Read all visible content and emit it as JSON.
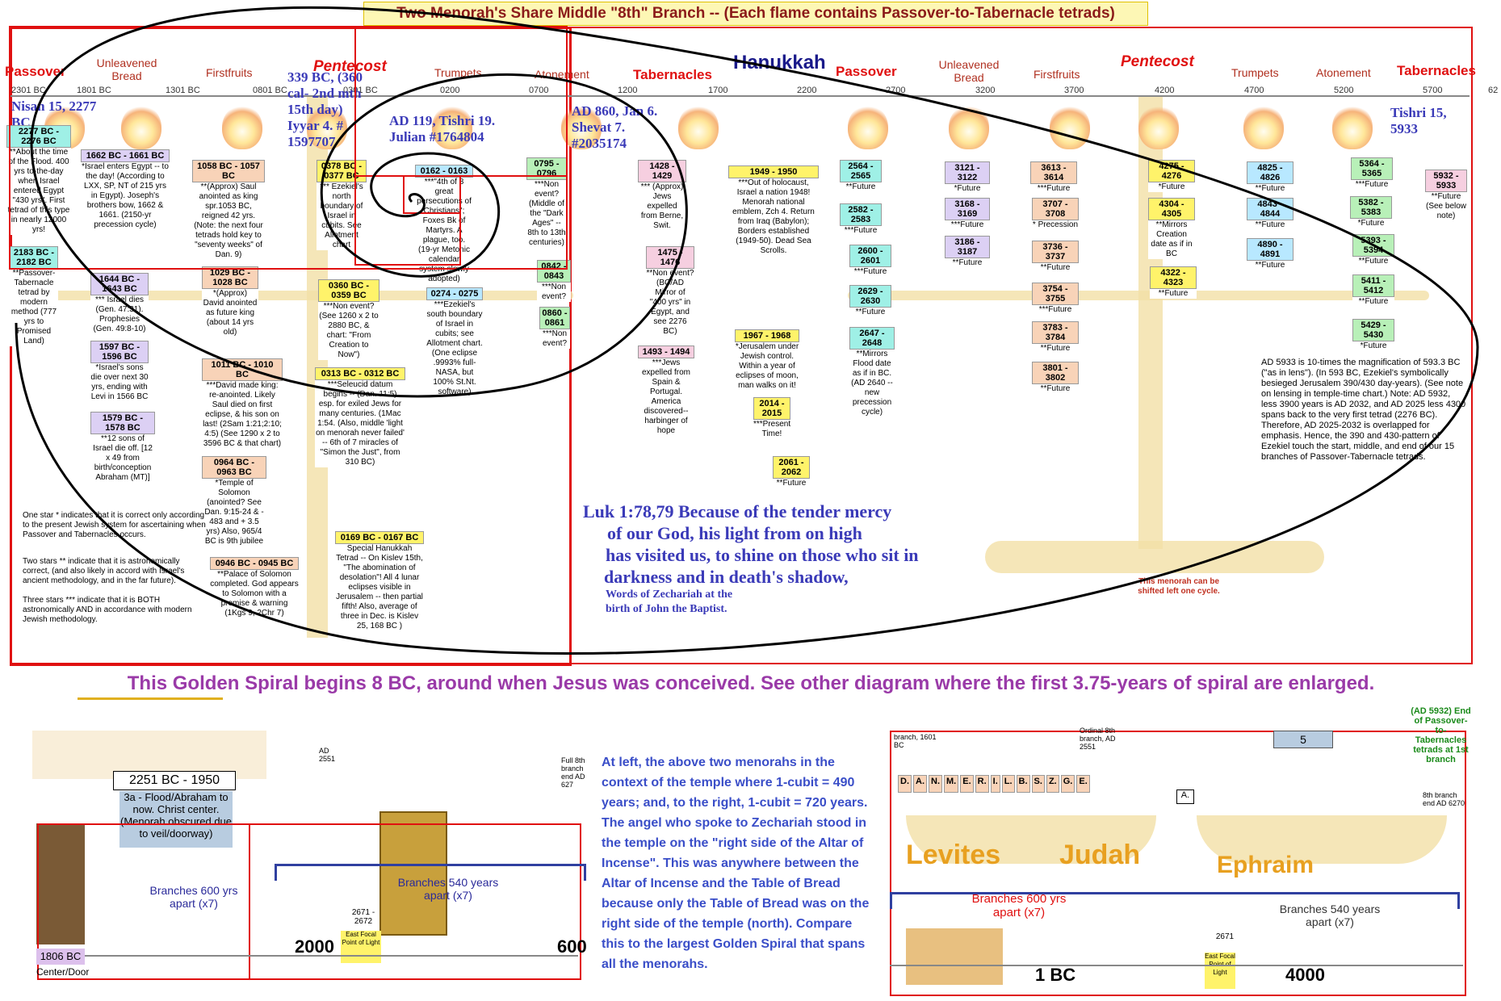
{
  "banner": "Two Menorah's Share Middle \"8th\" Branch -- (Each flame contains Passover-to-Tabernacle tetrads)",
  "festivals_left": [
    {
      "label": "Passover",
      "style": "big"
    },
    {
      "label": "Unleavened Bread",
      "style": "small"
    },
    {
      "label": "Firstfruits",
      "style": "small"
    },
    {
      "label": "Pentecost",
      "style": "italic"
    },
    {
      "label": "Trumpets",
      "style": "small"
    },
    {
      "label": "Atonement",
      "style": "small"
    },
    {
      "label": "Tabernacles",
      "style": "big"
    }
  ],
  "festivals_right": [
    {
      "label": "Passover",
      "style": "big"
    },
    {
      "label": "Unleavened Bread",
      "style": "small"
    },
    {
      "label": "Firstfruits",
      "style": "small"
    },
    {
      "label": "Pentecost",
      "style": "italic"
    },
    {
      "label": "Trumpets",
      "style": "small"
    },
    {
      "label": "Atonement",
      "style": "small"
    },
    {
      "label": "Tabernacles",
      "style": "big"
    }
  ],
  "hanukkah": "Hanukkah",
  "years_left": [
    "2301 BC",
    "1801 BC",
    "1301 BC",
    "0801 BC",
    "0301 BC",
    "0200",
    "0700"
  ],
  "years_right": [
    "1200",
    "1700",
    "2200",
    "2700",
    "3200",
    "3700",
    "4200",
    "4700",
    "5200",
    "5700",
    "62"
  ],
  "blue_notes": {
    "nisan": "Nisan 15, 2277 BC",
    "bc339": "339 BC, (360 cal- 2nd mth 15th day) Iyyar 4. # 1597707",
    "ad119": "AD 119, Tishri 19. Julian #1764804",
    "ad860": "AD 860, Jan 6. Shevat 7. #2035174",
    "tishri": "Tishri 15, 5933"
  },
  "entries": [
    {
      "tag": "2277 BC - 2276 BC",
      "color": "cyan",
      "text": "**About the time of the Flood. 400 yrs to-the-day when Israel entered Egypt \"430 yrs\". First tetrad of this type in nearly 12000 yrs!"
    },
    {
      "tag": "2183 BC - 2182 BC",
      "color": "cyan",
      "text": "**Passover-Tabernacle tetrad by modern method (777 yrs to Promised Land)"
    },
    {
      "tag": "1662 BC - 1661 BC",
      "color": "violet",
      "text": "*Israel enters Egypt -- to the day! (According to LXX, SP, NT of 215 yrs in Egypt). Joseph's brothers bow, 1662 & 1661. (2150-yr precession cycle)"
    },
    {
      "tag": "1644 BC - 1643 BC",
      "color": "violet",
      "text": "*** Israel dies (Gen. 47:31). Prophesies (Gen. 49:8-10)"
    },
    {
      "tag": "1597 BC - 1596 BC",
      "color": "violet",
      "text": "*Israel's sons die over next 30 yrs, ending with Levi in 1566 BC"
    },
    {
      "tag": "1579 BC - 1578 BC",
      "color": "violet",
      "text": "**12 sons of Israel die off. [12 x 49 from birth/conception Abraham (MT)]"
    },
    {
      "tag": "1058 BC - 1057 BC",
      "color": "salmon",
      "text": "**(Approx) Saul anointed as king spr.1053 BC, reigned 42 yrs. (Note: the next four tetrads hold key to \"seventy weeks\" of Dan. 9)"
    },
    {
      "tag": "1029 BC - 1028 BC",
      "color": "salmon",
      "text": "*(Approx) David anointed as future king (about 14 yrs old)"
    },
    {
      "tag": "1011 BC - 1010 BC",
      "color": "salmon",
      "text": "***David made king: re-anointed. Likely Saul died on first eclipse, & his son on last! (2Sam 1:21;2:10; 4:5) (See 1290 x 2 to 3596 BC & that chart)"
    },
    {
      "tag": "0964 BC - 0963 BC",
      "color": "salmon",
      "text": "*Temple of Solomon (anointed? See Dan. 9:15-24 & - 483 and + 3.5 yrs) Also, 965/4 BC is 9th jubilee"
    },
    {
      "tag": "0946 BC - 0945 BC",
      "color": "salmon",
      "text": "**Palace of Solomon completed. God appears to Solomon with a promise & warning (1Kgs 9, 2Chr 7)"
    },
    {
      "tag": "0378 BC - 0377 BC",
      "color": "yellow",
      "text": "*** Ezekiel's north boundary of Israel in cubits. See Allotment chart"
    },
    {
      "tag": "0360 BC - 0359 BC",
      "color": "yellow",
      "text": "***Non event? (See 1260 x 2 to 2880 BC, & chart: \"From Creation to Now\")"
    },
    {
      "tag": "0313 BC - 0312 BC",
      "color": "yellow",
      "text": "***Seleucid datum begins -- (Dan. 11:5) esp. for exiled Jews for many centuries. (1Mac 1:54. (Also, middle 'light on menorah never failed' -- 6th of 7 miracles of \"Simon the Just\", from 310 BC)"
    },
    {
      "tag": "0169 BC - 0167 BC",
      "color": "yellow",
      "text": "Special Hanukkah Tetrad -- On Kislev 15th, \"The abomination of desolation\"! All 4 lunar eclipses visible in Jerusalem -- then partial fifth! Also, average of three in Dec. is Kislev 25, 168 BC )"
    },
    {
      "tag": "0162 - 0163",
      "color": "blue",
      "text": "***\"4th of 8 great persecutions of Christians\"; Foxes Bk of Martyrs. A plague, too. (19-yr Metonic calendar system slowly adopted)"
    },
    {
      "tag": "0274 - 0275",
      "color": "blue",
      "text": "***Ezekiel's south boundary of Israel in cubits; see Allotment chart. (One eclipse .9993% full- NASA, but 100% St.Nt. software)"
    },
    {
      "tag": "0795 - 0796",
      "color": "green",
      "text": "***Non event? (Middle of the \"Dark Ages\" -- 8th to 13th centuries)"
    },
    {
      "tag": "0842 - 0843",
      "color": "green",
      "text": "***Non event?"
    },
    {
      "tag": "0860 - 0861",
      "color": "green",
      "text": "***Non event?"
    },
    {
      "tag": "1428 - 1429",
      "color": "pink",
      "text": "*** (Approx) Jews expelled from Berne, Swit."
    },
    {
      "tag": "1475 - 1476",
      "color": "pink",
      "text": "**Non event? (BC/AD Mirror of \"400 yrs\" in Egypt, and see 2276 BC)"
    },
    {
      "tag": "1493 - 1494",
      "color": "pink",
      "text": "***Jews expelled from Spain & Portugal. America discovered-- harbinger of hope"
    },
    {
      "tag": "1949 - 1950",
      "color": "yellow",
      "text": "***Out of holocaust, Israel a nation 1948! Menorah national emblem, Zch 4. Return from Iraq (Babylon); Borders established (1949-50). Dead Sea Scrolls."
    },
    {
      "tag": "1967 - 1968",
      "color": "yellow",
      "text": "*Jerusalem under Jewish control. Within a year of eclipses of moon, man walks on it!"
    },
    {
      "tag": "2014 - 2015",
      "color": "yellow",
      "text": "***Present Time!"
    },
    {
      "tag": "2061 - 2062",
      "color": "yellow",
      "text": "**Future"
    },
    {
      "tag": "2564 - 2565",
      "color": "cyan",
      "text": "**Future"
    },
    {
      "tag": "2582 - 2583",
      "color": "cyan",
      "text": "***Future"
    },
    {
      "tag": "2600 - 2601",
      "color": "cyan",
      "text": "***Future"
    },
    {
      "tag": "2629 - 2630",
      "color": "cyan",
      "text": "**Future"
    },
    {
      "tag": "2647 - 2648",
      "color": "cyan",
      "text": "**Mirrors Flood date as if in BC. (AD 2640 -- new precession cycle)"
    },
    {
      "tag": "3121 - 3122",
      "color": "violet",
      "text": "*Future"
    },
    {
      "tag": "3168 - 3169",
      "color": "violet",
      "text": "***Future"
    },
    {
      "tag": "3186 - 3187",
      "color": "violet",
      "text": "**Future"
    },
    {
      "tag": "3613 - 3614",
      "color": "salmon",
      "text": "***Future"
    },
    {
      "tag": "3707 - 3708",
      "color": "salmon",
      "text": "* Precession"
    },
    {
      "tag": "3736 - 3737",
      "color": "salmon",
      "text": "**Future"
    },
    {
      "tag": "3754 - 3755",
      "color": "salmon",
      "text": "***Future"
    },
    {
      "tag": "3783 - 3784",
      "color": "salmon",
      "text": "**Future"
    },
    {
      "tag": "3801 - 3802",
      "color": "salmon",
      "text": "**Future"
    },
    {
      "tag": "4275 - 4276",
      "color": "yellow",
      "text": "*Future"
    },
    {
      "tag": "4304 - 4305",
      "color": "yellow",
      "text": "**Mirrors Creation date as if in BC"
    },
    {
      "tag": "4322 - 4323",
      "color": "yellow",
      "text": "**Future"
    },
    {
      "tag": "4825 - 4826",
      "color": "blue",
      "text": "**Future"
    },
    {
      "tag": "4843 - 4844",
      "color": "blue",
      "text": "**Future"
    },
    {
      "tag": "4890 - 4891",
      "color": "blue",
      "text": "**Future"
    },
    {
      "tag": "5364 - 5365",
      "color": "green",
      "text": "***Future"
    },
    {
      "tag": "5382 - 5383",
      "color": "green",
      "text": "*Future"
    },
    {
      "tag": "5393 - 5394",
      "color": "green",
      "text": "**Future"
    },
    {
      "tag": "5411 - 5412",
      "color": "green",
      "text": "**Future"
    },
    {
      "tag": "5429 - 5430",
      "color": "green",
      "text": "*Future"
    },
    {
      "tag": "5932 - 5933",
      "color": "pink",
      "text": "**Future (See below note)"
    }
  ],
  "star_legend": [
    "One star * indicates that it is correct only according to the present Jewish system for ascertaining when Passover and Tabernacles occurs.",
    "Two stars ** indicate that it is astronomically correct, (and also likely in accord with Israel's ancient methodology, and in the far future).",
    "Three stars *** indicate that it is BOTH astronomically AND in accordance with modern Jewish methodology."
  ],
  "luke_quote": [
    "Luk 1:78,79 Because of the tender mercy",
    "of our God, his light from on high",
    "has visited us, to shine on those who sit in",
    "darkness and in death's shadow,"
  ],
  "luke_attrib": [
    "Words of Zechariah at the",
    "birth of John the Baptist."
  ],
  "ad5933_note": "AD 5933 is 10-times the magnification of 593.3 BC (\"as in lens\"). (In 593 BC, Ezekiel's symbolically besieged Jerusalem 390/430 day-years). (See note on lensing in temple-time chart.) Note: AD 5932, less 3900 years is AD 2032, and AD 2025 less 4300 spans back to the very first tetrad (2276 BC). Therefore, AD 2025-2032 is overlapped for emphasis. Hence, the 390 and 430-pattern of Ezekiel touch the start, middle, and end of our 15 branches of Passover-Tabernacle tetrads.",
  "shift_note": "This menorah can be shifted left one cycle.",
  "caption": "This Golden Spiral begins 8 BC, around when Jesus was conceived. See other diagram where the first 3.75-years of spiral are enlarged.",
  "bottom_left": {
    "range": "2251 BC - 1950",
    "flood_box": "3a - Flood/Abraham to now. Christ center. (Menorah obscured due to veil/doorway)",
    "ad2551": "AD 2551",
    "full8": "Full 8th branch end AD 627",
    "branches600": "Branches 600 yrs apart (x7)",
    "branches540": "Branches 540 years apart (x7)",
    "y2671": "2671 - 2672",
    "east_focal": "East Focal Point of Light",
    "y2000": "2000",
    "y600": "600",
    "bc1806": "1806 BC",
    "center_door": "Center/Door"
  },
  "middle_text": "At left, the above two menorahs in the context of the temple where 1-cubit = 490 years; and, to the right, 1-cubit = 720 years. The angel who spoke to Zechariah stood in the temple on the \"right side of the Altar of Incense\". This was anywhere between the Altar of Incense and the Table of Bread because only the Table of Bread was on the right side of the temple (north). Compare this to the largest Golden Spiral that spans all the menorahs.",
  "bottom_right": {
    "branch1601": "branch, 1601 BC",
    "ordinal8": "Ordinal 8th branch, AD 2551",
    "five": "5",
    "ad5932": "(AD 5932) End of Passover-to-Tabernacles tetrads at 1st branch",
    "eighth": "8th branch end AD 6270",
    "letters": [
      "D.",
      "A.",
      "N.",
      "M.",
      "E.",
      "R.",
      "I.",
      "L.",
      "B.",
      "S.",
      "Z.",
      "G.",
      "E."
    ],
    "a_box": "A.",
    "levites": "Levites",
    "judah": "Judah",
    "ephraim": "Ephraim",
    "branches600": "Branches 600 yrs apart (x7)",
    "branches540": "Branches 540 years apart (x7)",
    "y2671": "2671",
    "east_focal": "East Focal Point of Light",
    "bc1": "1 BC",
    "y4000": "4000"
  }
}
